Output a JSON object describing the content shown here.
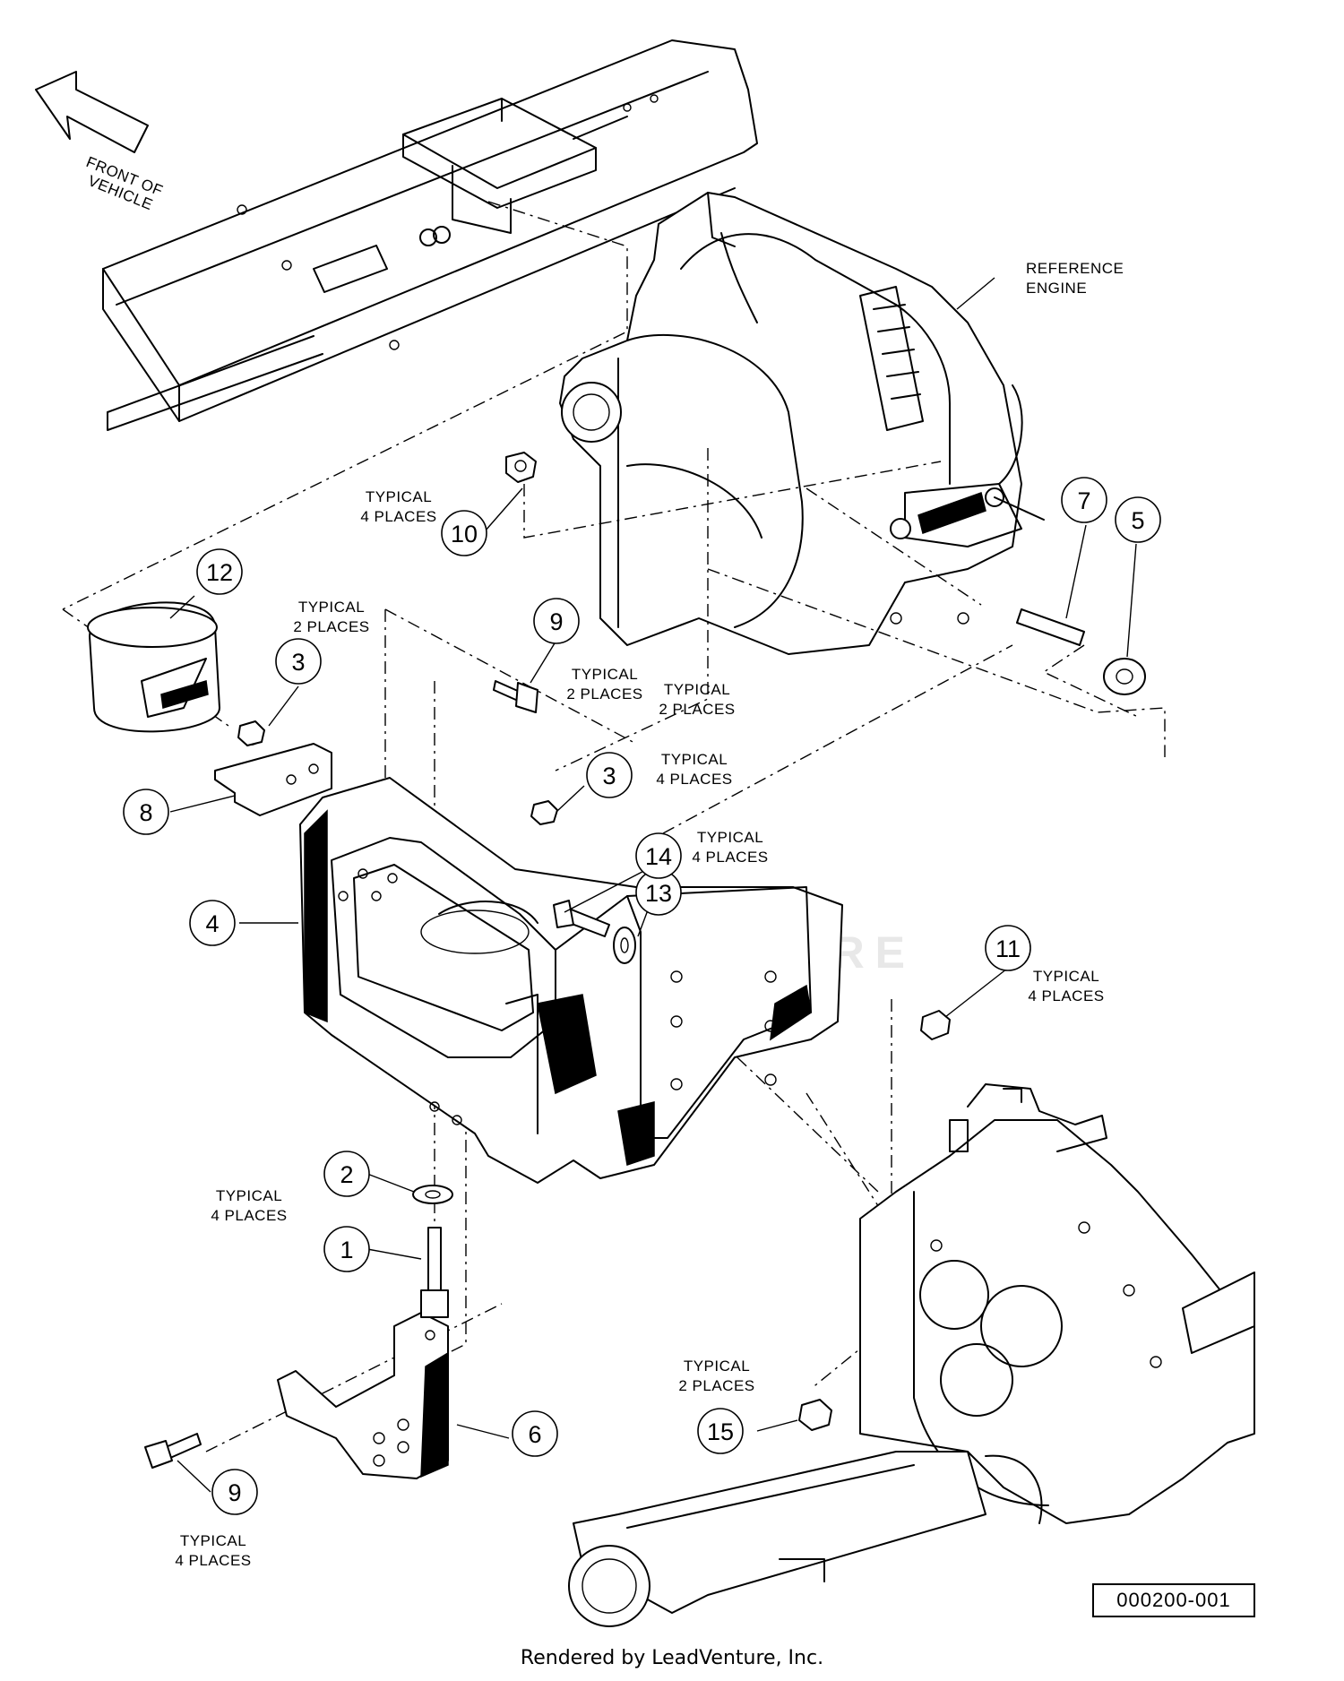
{
  "diagram": {
    "orientation_label": "FRONT OF VEHICLE",
    "orientation_lines": [
      "FRONT OF",
      "VEHICLE"
    ],
    "reference_engine_lines": [
      "REFERENCE",
      "ENGINE"
    ],
    "watermark": "LEADVENTURE",
    "drawing_number": "000200-001",
    "footer": "Rendered by LeadVenture, Inc.",
    "callouts": [
      {
        "number": "1"
      },
      {
        "number": "2"
      },
      {
        "number": "3"
      },
      {
        "number": "3"
      },
      {
        "number": "4"
      },
      {
        "number": "5"
      },
      {
        "number": "6"
      },
      {
        "number": "7"
      },
      {
        "number": "8"
      },
      {
        "number": "9"
      },
      {
        "number": "9"
      },
      {
        "number": "10"
      },
      {
        "number": "11"
      },
      {
        "number": "12"
      },
      {
        "number": "13"
      },
      {
        "number": "14"
      },
      {
        "number": "15"
      }
    ],
    "notes": [
      {
        "lines": [
          "TYPICAL",
          "2 PLACES"
        ]
      },
      {
        "lines": [
          "TYPICAL",
          "4 PLACES"
        ]
      },
      {
        "lines": [
          "TYPICAL",
          "2 PLACES"
        ]
      },
      {
        "lines": [
          "TYPICAL",
          "2 PLACES"
        ]
      },
      {
        "lines": [
          "TYPICAL",
          "4 PLACES"
        ]
      },
      {
        "lines": [
          "TYPICAL",
          "4 PLACES"
        ]
      },
      {
        "lines": [
          "TYPICAL",
          "4 PLACES"
        ]
      },
      {
        "lines": [
          "TYPICAL",
          "4 PLACES"
        ]
      },
      {
        "lines": [
          "TYPICAL",
          "2 PLACES"
        ]
      },
      {
        "lines": [
          "TYPICAL",
          "4 PLACES"
        ]
      }
    ]
  }
}
